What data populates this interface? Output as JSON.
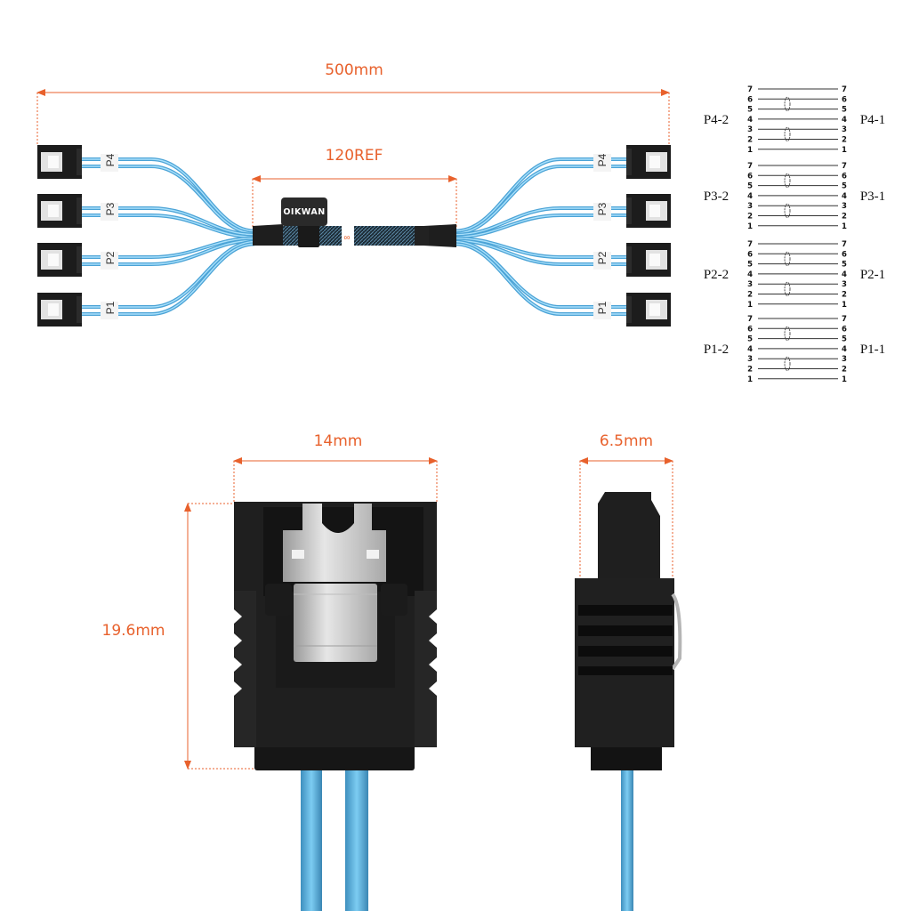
{
  "title": "SATA breakout cable dimension diagram",
  "colors": {
    "dimension": "#e8612c",
    "cable_blue": "#5fb4e4",
    "connector_black": "#1e1e1e",
    "metal": "#c9c9c9"
  },
  "dimensions": {
    "overall_length": "500mm",
    "braided_section": "120REF",
    "connector_width": "14mm",
    "connector_height": "19.6mm",
    "connector_depth": "6.5mm"
  },
  "brand_tag": "OIKWAN",
  "left_port_labels": [
    "P4",
    "P3",
    "P2",
    "P1"
  ],
  "right_port_labels": [
    "P4",
    "P3",
    "P2",
    "P1"
  ],
  "wiring": {
    "groups": [
      {
        "left": "P4-2",
        "right": "P4-1"
      },
      {
        "left": "P3-2",
        "right": "P3-1"
      },
      {
        "left": "P2-2",
        "right": "P2-1"
      },
      {
        "left": "P1-2",
        "right": "P1-1"
      }
    ],
    "pins": [
      "7",
      "6",
      "5",
      "4",
      "3",
      "2",
      "1"
    ],
    "twisted_pairs": [
      [
        "6",
        "5"
      ],
      [
        "3",
        "2"
      ]
    ]
  }
}
